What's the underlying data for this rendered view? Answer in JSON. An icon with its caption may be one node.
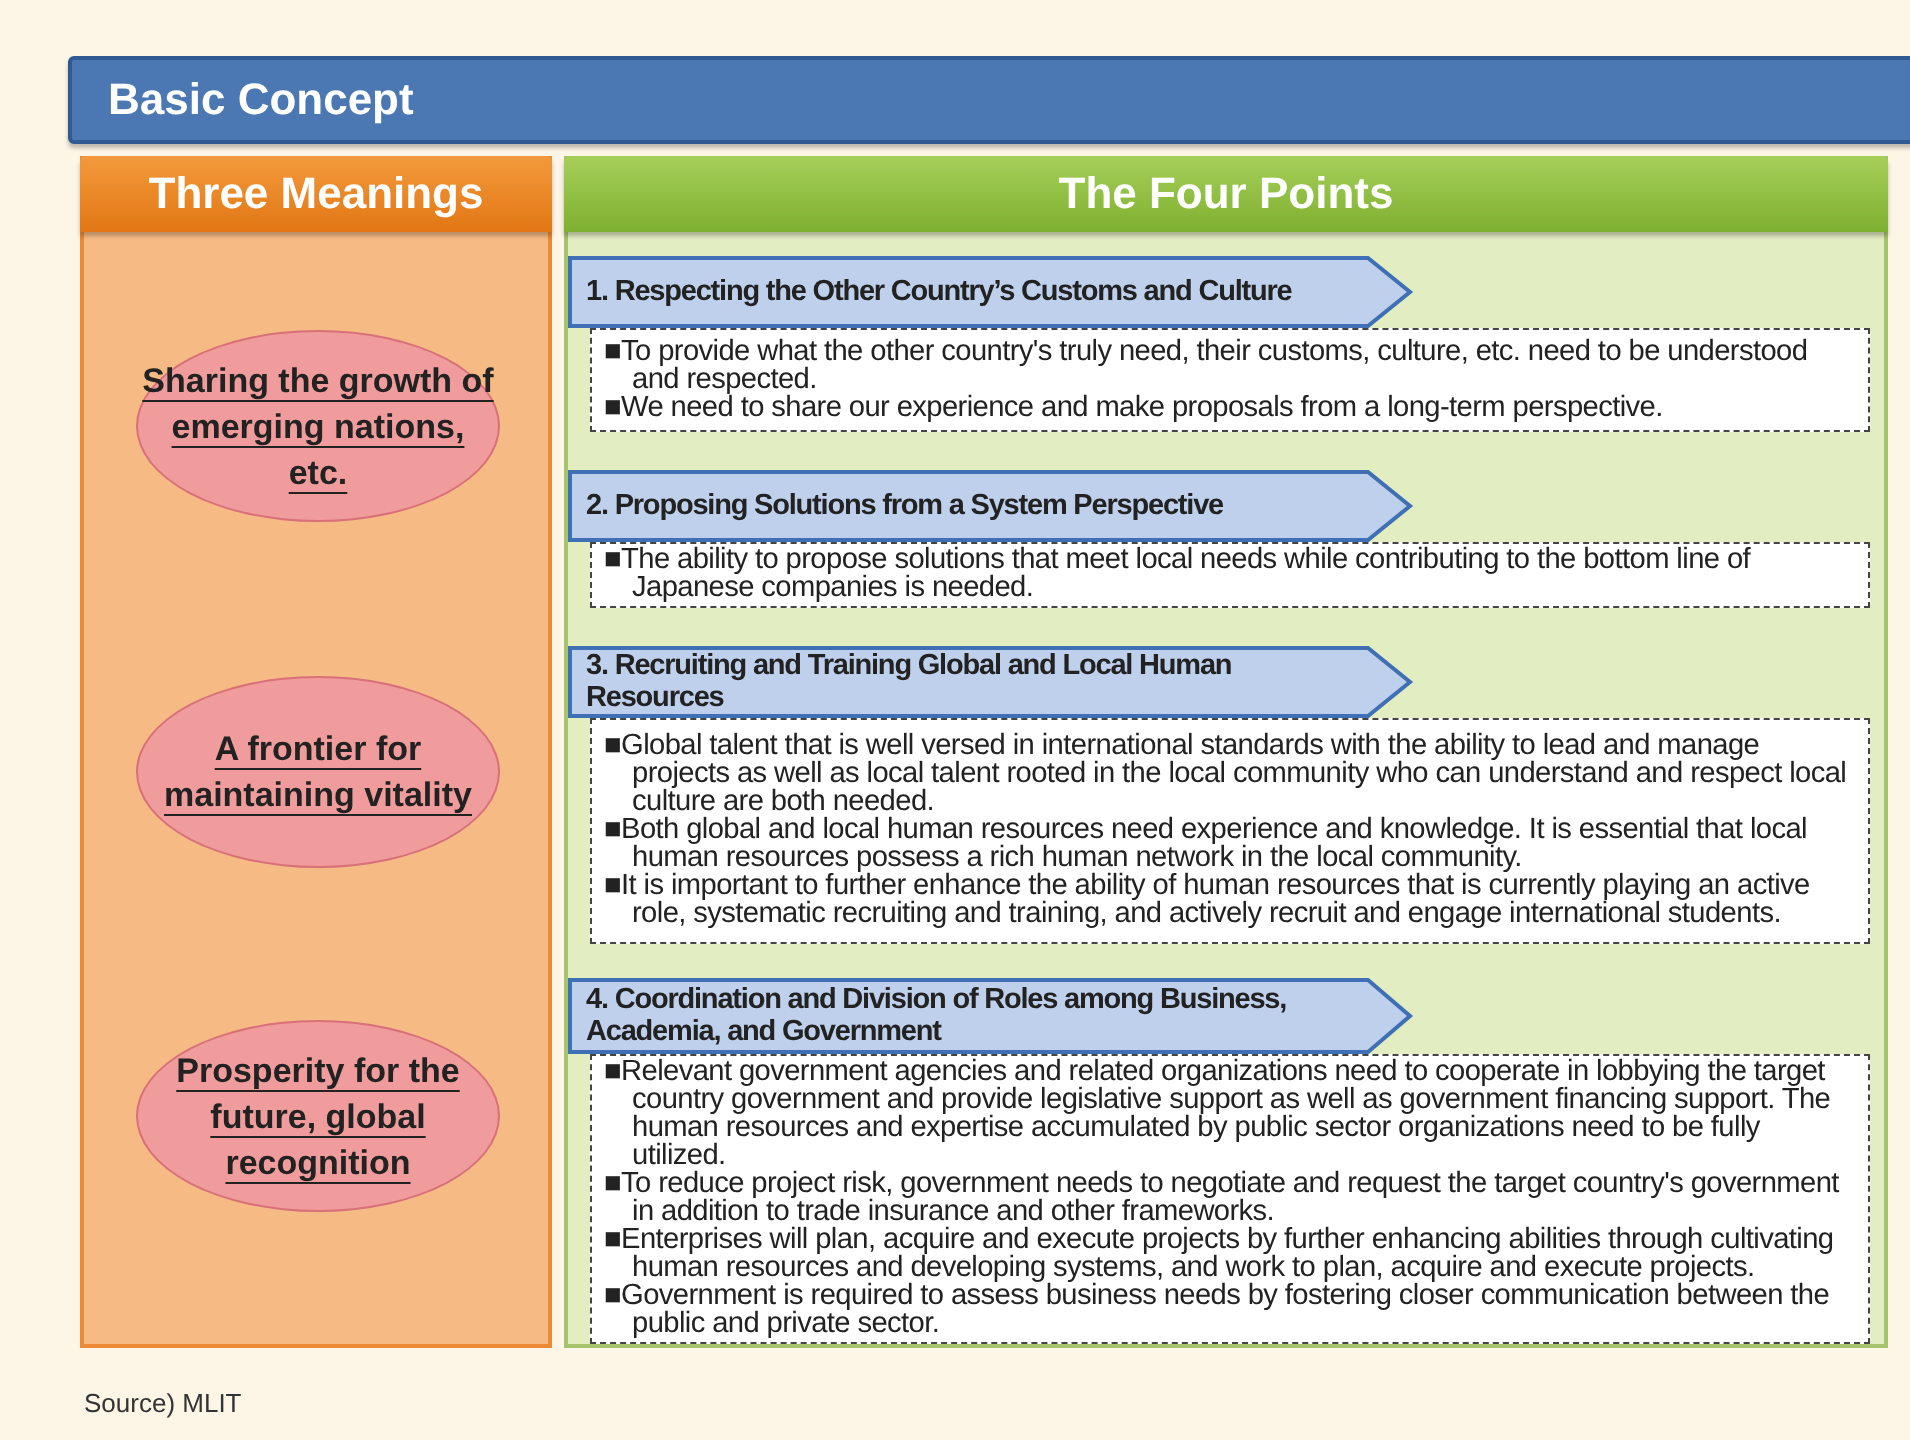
{
  "diagram": {
    "title": "Basic Concept",
    "nodes": [
      {
        "text": [
          "Three Meanings"
        ]
      },
      {
        "text": [
          "Sharing the growth of emerging nations, etc."
        ],
        "in": 0
      },
      {
        "text": [
          "A frontier for maintaining vitality"
        ],
        "in": 0
      },
      {
        "text": [
          "Prosperity for the future, global recognition"
        ],
        "in": 0
      },
      {
        "text": [
          "The Four Points"
        ]
      },
      {
        "text": [
          "1. Respecting the Other Country’s Customs and Culture"
        ],
        "in": 4
      },
      {
        "text": [
          "■To provide what the other country's truly need, their customs, culture, etc. need to be understood and respected.",
          "■We need to share our experience and make proposals from a long-term perspective."
        ],
        "in": 4
      },
      {
        "text": [
          "2. Proposing Solutions from a System Perspective"
        ],
        "in": 4
      },
      {
        "text": [
          "■The ability to propose solutions that meet local needs while contributing to the bottom line of Japanese companies is needed."
        ],
        "in": 4
      },
      {
        "text": [
          "3. Recruiting and Training Global and Local Human Resources"
        ],
        "in": 4
      },
      {
        "text": [
          "■Global talent that is well versed in international standards with the ability to lead and manage projects as well as local talent rooted in the local community who can understand and respect local culture are both needed.",
          "■Both global and local human resources need experience and knowledge. It is essential that local human resources possess a rich human network in the local community.",
          "■It is important to further enhance the ability of human resources that is currently playing an active role, systematic recruiting and training, and actively recruit and engage international students."
        ],
        "in": 4
      },
      {
        "text": [
          "4. Coordination and Division of Roles among Business, Academia, and Government"
        ],
        "in": 4
      },
      {
        "text": [
          "■Relevant government agencies and related organizations need to cooperate in lobbying the target country government and provide legislative support as well as government financing support. The human resources and expertise accumulated by public sector organizations need to be fully utilized.",
          "■To reduce project risk, government needs to negotiate and request the target country's government in addition to trade insurance and other frameworks.",
          "■Enterprises will plan, acquire and execute projects by further enhancing abilities through cultivating human resources and developing systems, and work to plan, acquire and execute projects.",
          "■Government is required to assess business needs by fostering closer communication between the public and private sector."
        ],
        "in": 4
      }
    ],
    "labels": [
      "Source) MLIT"
    ]
  }
}
